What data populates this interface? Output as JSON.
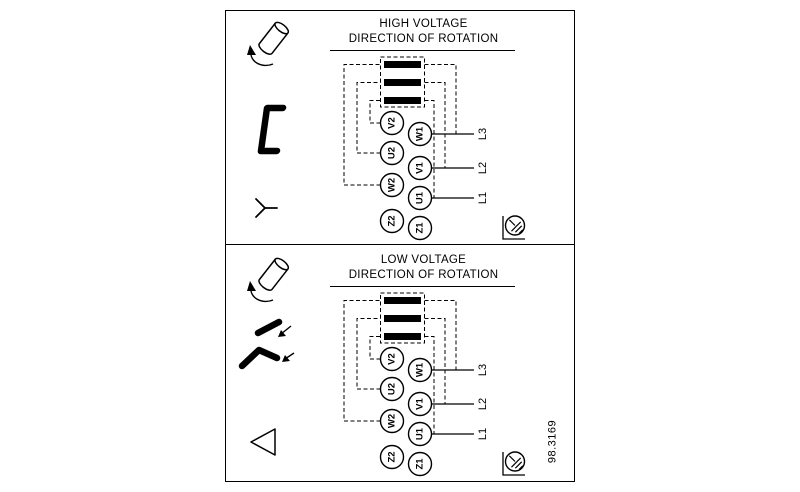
{
  "colors": {
    "ink": "#000000",
    "paper": "#ffffff"
  },
  "figure_number": "98.3169",
  "panels": [
    {
      "id": "high-voltage",
      "title_line1": "HIGH VOLTAGE",
      "title_line2": "DIRECTION OF ROTATION",
      "left_terminals": [
        "V2",
        "U2",
        "W2",
        "Z2"
      ],
      "right_terminals": [
        "W1",
        "V1",
        "U1",
        "Z1"
      ],
      "line_labels": [
        "L3",
        "L2",
        "L1"
      ],
      "connection_symbol": "star",
      "icons": [
        "shaft-rotation-icon",
        "series-link-arrangement-icon",
        "star-connection-icon",
        "protective-earth-icon"
      ]
    },
    {
      "id": "low-voltage",
      "title_line1": "LOW VOLTAGE",
      "title_line2": "DIRECTION OF ROTATION",
      "left_terminals": [
        "V2",
        "U2",
        "W2",
        "Z2"
      ],
      "right_terminals": [
        "W1",
        "V1",
        "U1",
        "Z1"
      ],
      "line_labels": [
        "L3",
        "L2",
        "L1"
      ],
      "connection_symbol": "delta",
      "icons": [
        "shaft-rotation-icon",
        "parallel-link-arrangement-icon",
        "delta-connection-icon",
        "protective-earth-icon"
      ]
    }
  ]
}
